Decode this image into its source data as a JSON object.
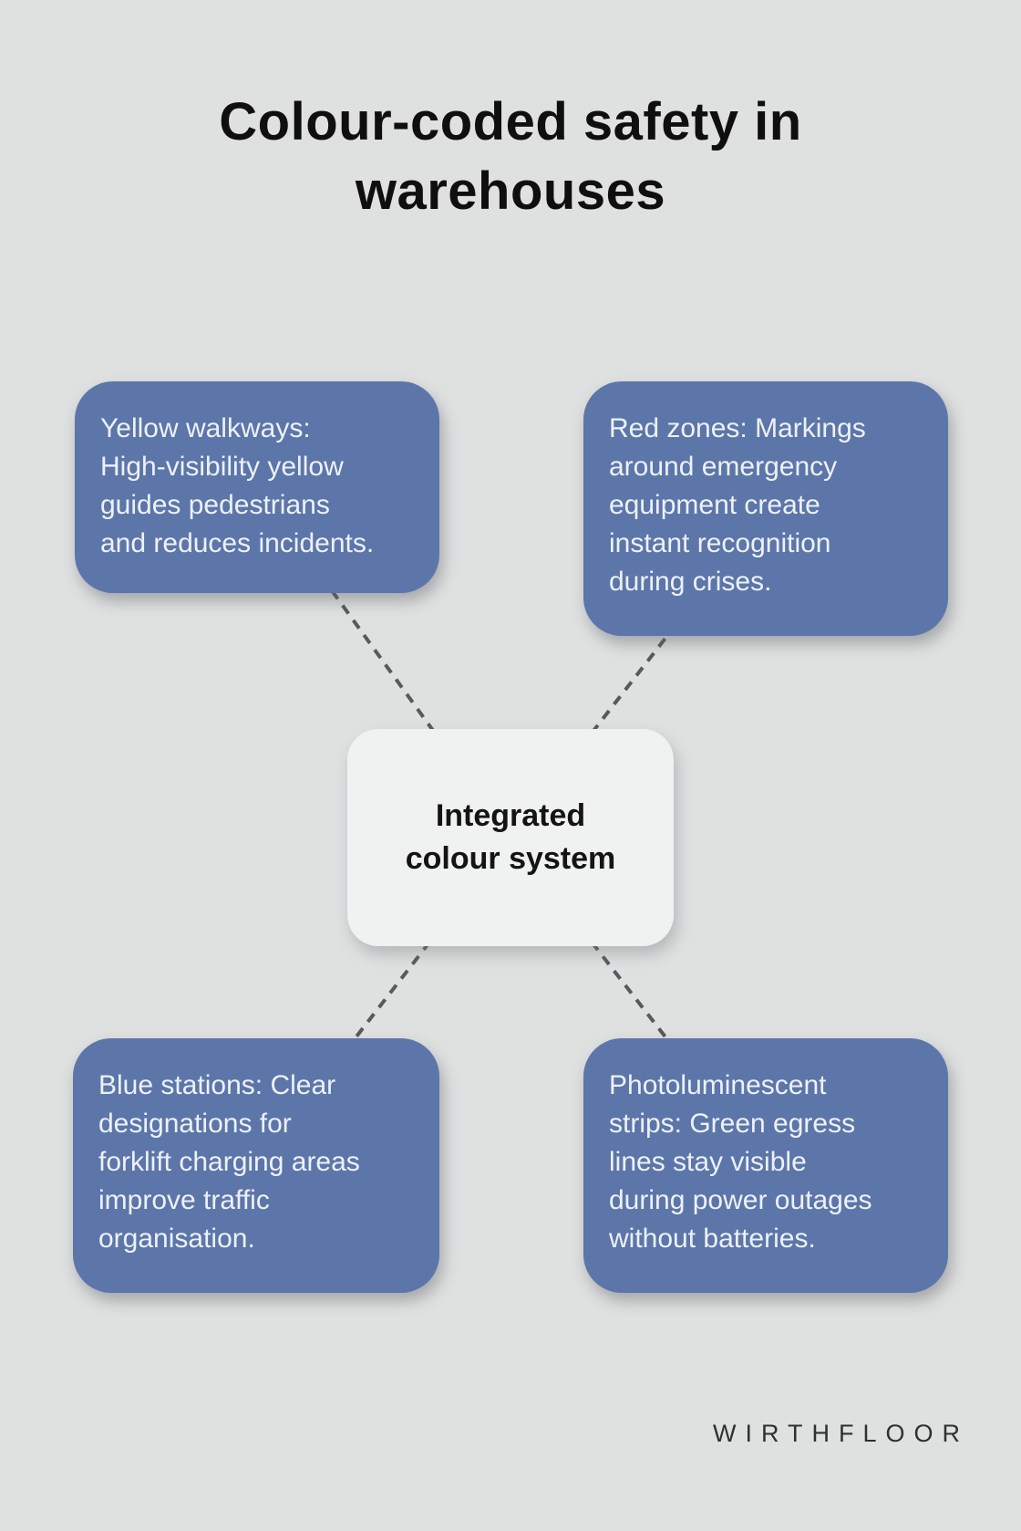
{
  "title": "Colour-coded safety in warehouses",
  "center_node": {
    "lines": [
      "Integrated",
      "colour system"
    ]
  },
  "nodes": [
    {
      "id": "yellow-walkways",
      "text": "Yellow walkways: High-visibility yellow guides pedestrians and reduces incidents.",
      "lines": [
        "Yellow walkways:",
        "High-visibility yellow",
        "guides pedestrians",
        "and reduces incidents."
      ]
    },
    {
      "id": "red-zones",
      "text": "Red zones: Markings around emergency equipment create instant recognition during crises.",
      "lines": [
        "Red zones: Markings",
        "around emergency",
        "equipment create",
        "instant recognition",
        "during crises."
      ]
    },
    {
      "id": "blue-stations",
      "text": "Blue stations: Clear designations for forklift charging areas improve traffic organisation.",
      "lines": [
        "Blue stations: Clear",
        "designations for",
        "forklift charging areas",
        "improve traffic",
        "organisation."
      ]
    },
    {
      "id": "photoluminescent-strips",
      "text": "Photoluminescent strips: Green egress lines stay visible during power outages without batteries.",
      "lines": [
        "Photoluminescent",
        "strips: Green egress",
        "lines stay visible",
        "during power outages",
        "without batteries."
      ]
    }
  ],
  "footer": {
    "brand": "WIRTHFLOOR"
  },
  "colors": {
    "background": "#dfe0e0",
    "node_blue": "#5c76a9",
    "node_text": "#edf1f7",
    "center_bg": "#f0f1f1",
    "center_text": "#141414",
    "connector": "#58595a",
    "title_text": "#0f0f0f",
    "brand_text": "#2f3030"
  }
}
